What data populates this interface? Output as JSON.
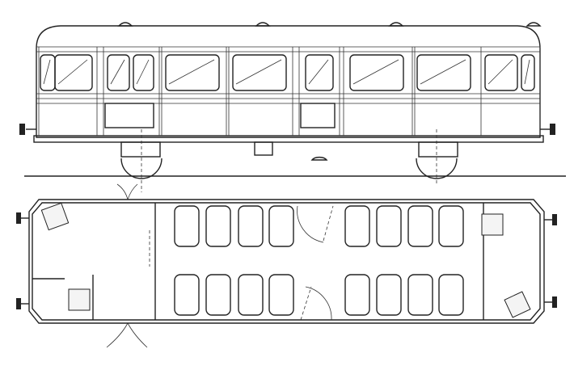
{
  "drawing": {
    "views": [
      "side-elevation",
      "floor-plan"
    ],
    "colors": {
      "line": "#222222",
      "background": "#ffffff"
    },
    "seat_count": 16
  }
}
